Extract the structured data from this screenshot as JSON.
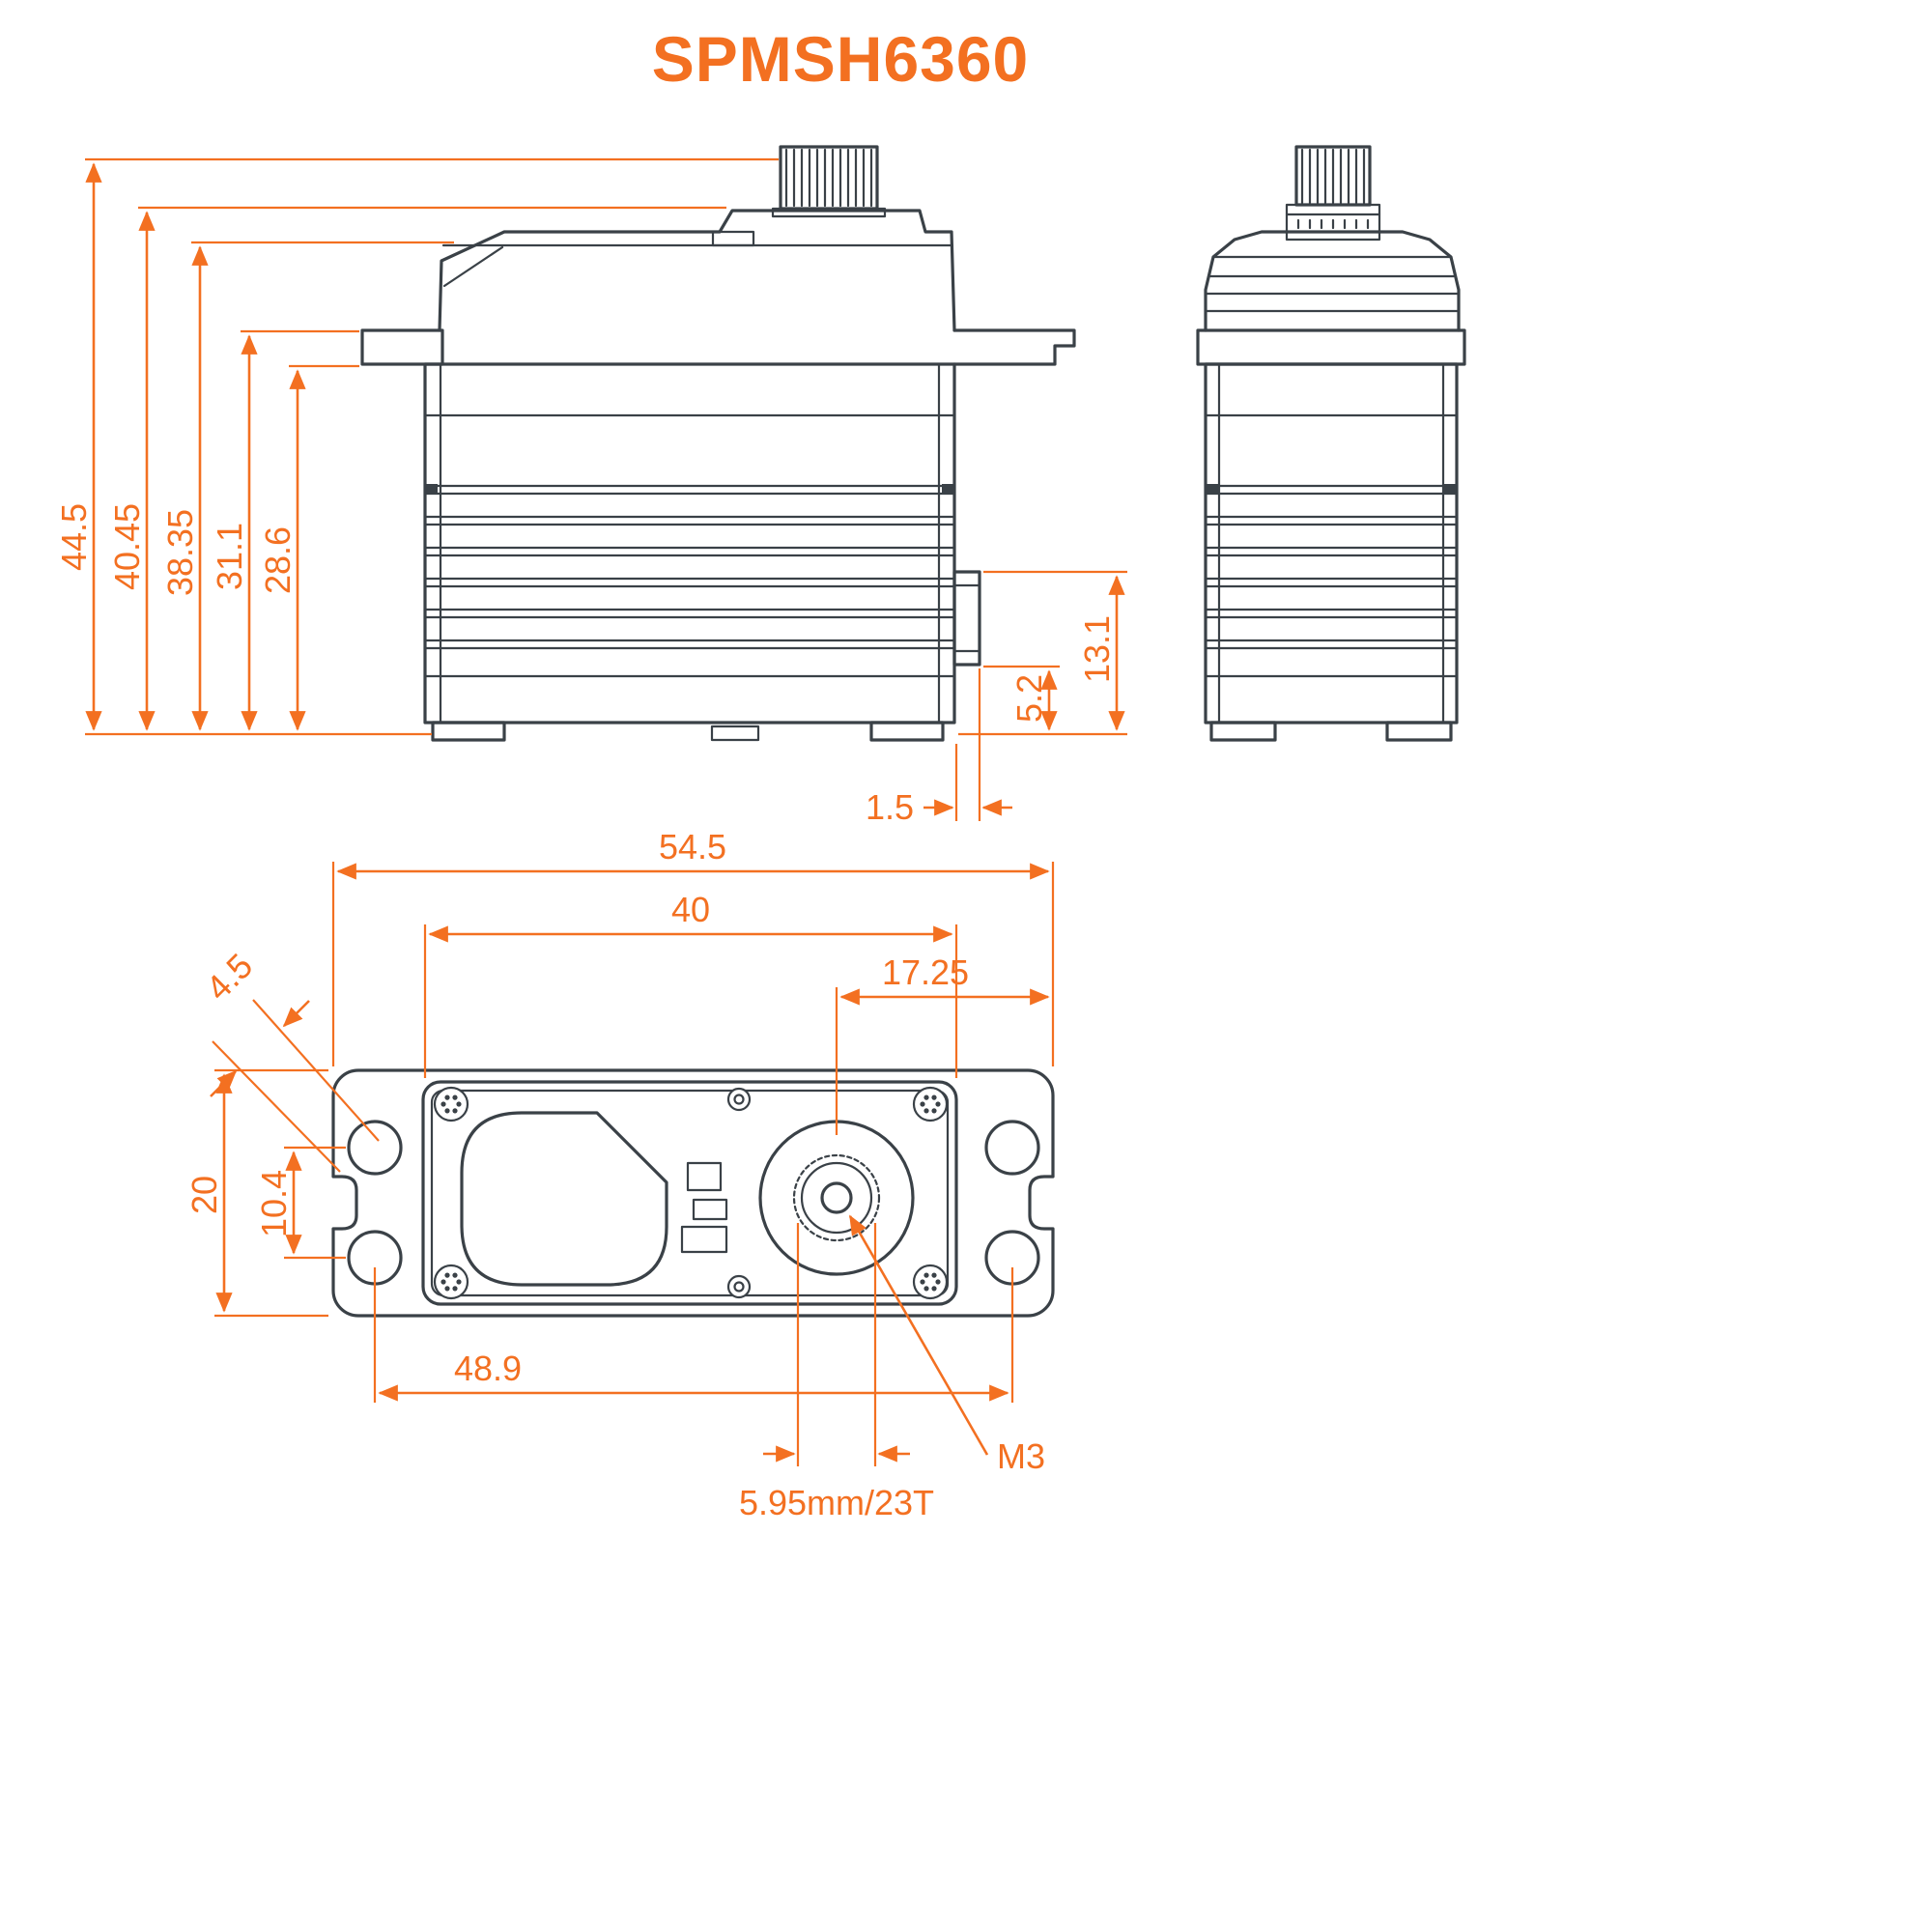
{
  "title": "SPMSH6360",
  "colors": {
    "accent": "#F37021",
    "line": "#3A4147",
    "background": "#FFFFFF"
  },
  "dimensions": {
    "overall_height": "44.5",
    "case_height": "40.45",
    "upper_case_height": "38.35",
    "flange_top_height": "31.1",
    "body_height": "28.6",
    "connector_height": "13.1",
    "connector_offset": "5.2",
    "connector_protrusion": "1.5",
    "overall_length": "54.5",
    "body_length": "40",
    "output_offset": "17.25",
    "flange_thickness": "4.5",
    "case_width": "20",
    "slot_spacing": "10.4",
    "mount_hole_spacing": "48.9",
    "spline": "5.95mm/23T",
    "screw": "M3"
  }
}
